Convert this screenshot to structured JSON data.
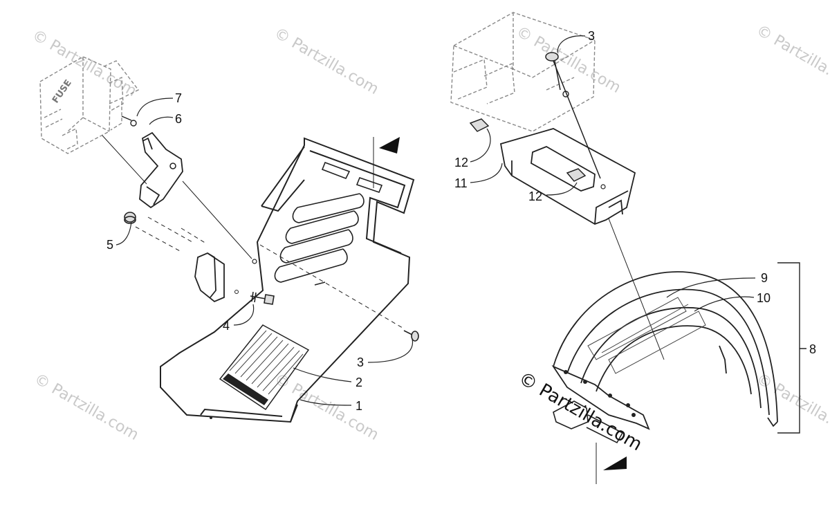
{
  "watermark": {
    "text": "© Partzilla.com",
    "main_text": "© Partzilla.com"
  },
  "fuse_box": {
    "label": "FUSE"
  },
  "callouts": {
    "c1": "1",
    "c2": "2",
    "c3_left": "3",
    "c3_top": "3",
    "c4": "4",
    "c5": "5",
    "c6": "6",
    "c7": "7",
    "c8": "8",
    "c9": "9",
    "c10": "10",
    "c11": "11",
    "c12_left": "12",
    "c12_right": "12"
  }
}
